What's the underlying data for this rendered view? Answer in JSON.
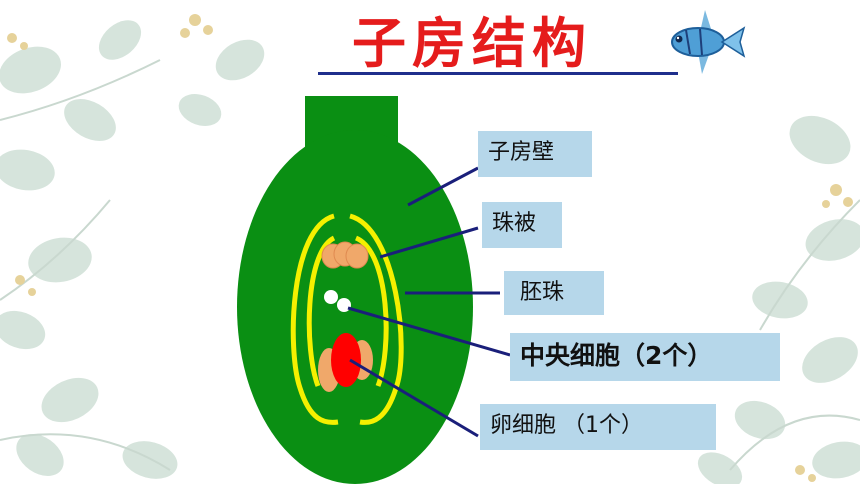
{
  "title": "子房结构",
  "labels": {
    "ovary_wall": "子房壁",
    "integument": "珠被",
    "ovule": "胚珠",
    "central_cell": "中央细胞（2个）",
    "egg_cell": "卵细胞 （1个）"
  },
  "colors": {
    "title": "#e51c1c",
    "rule": "#1f2f8c",
    "ovary": "#0a8f13",
    "integument": "#f5f000",
    "synergid": "#f0a86a",
    "egg": "#ff0000",
    "nucleus": "#ffffff",
    "leader": "#1a1f7a",
    "label_bg": "#b6d7ea",
    "leaf": "#cfe0d6",
    "flower": "#e6d29a"
  },
  "decor": {
    "corner_icon": "angelfish-icon",
    "background": "eucalyptus-leaves-decoration"
  }
}
